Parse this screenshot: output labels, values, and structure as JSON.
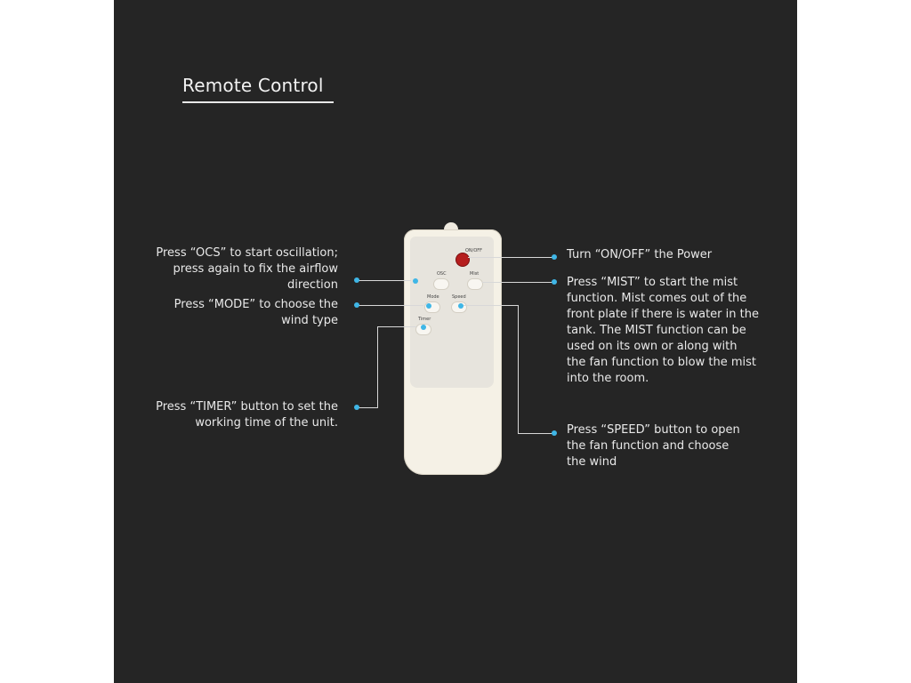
{
  "title": "Remote Control",
  "remote": {
    "labels": {
      "power": "ON/OFF",
      "osc": "OSC",
      "mist": "Mist",
      "mode": "Mode",
      "speed": "Speed",
      "timer": "Timer"
    }
  },
  "callouts": {
    "osc": [
      "Press “OCS” to start oscillation;",
      "press again to fix the airflow",
      "direction"
    ],
    "mode": [
      "Press “MODE” to choose the",
      "wind type"
    ],
    "timer": [
      "Press “TIMER” button to set the",
      "working time of the unit."
    ],
    "power": [
      "Turn “ON/OFF” the Power"
    ],
    "mist": [
      "Press “MIST” to start the mist",
      "function. Mist comes out of the",
      "front plate if there is water in the",
      "tank. The MIST function can be",
      "used on its own or along with",
      "the fan function to blow the mist",
      "into the room."
    ],
    "speed": [
      "Press “SPEED” button to open",
      "the fan function and choose",
      "the wind"
    ]
  },
  "colors": {
    "background": "#252525",
    "text": "#e9e9e9",
    "accent_dot": "#3fb6e6",
    "power_button": "#b51e1e",
    "remote_body": "#f5f1e6"
  }
}
